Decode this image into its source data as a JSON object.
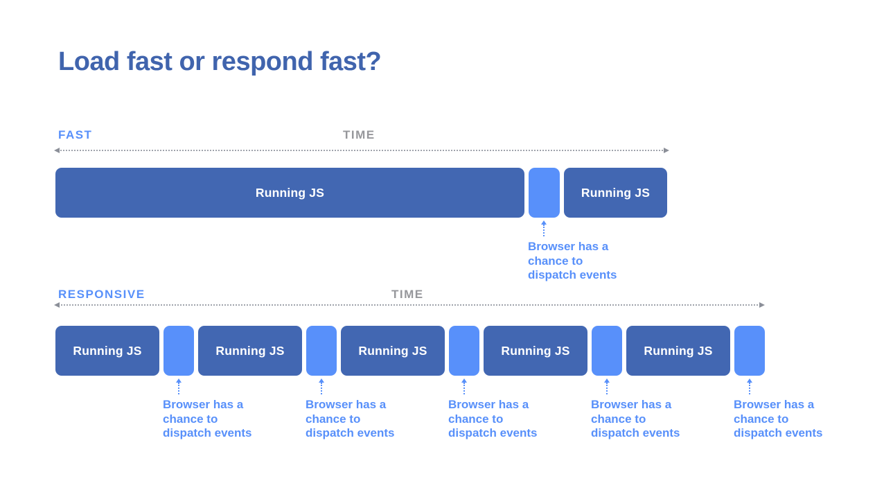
{
  "title": "Load fast or respond fast?",
  "timelines": {
    "fast": {
      "label": "FAST",
      "time_label": "TIME",
      "bar_label": "Running JS",
      "segments": [
        "running-js",
        "browser-gap",
        "running-js"
      ],
      "annotation_count": 1
    },
    "responsive": {
      "label": "RESPONSIVE",
      "time_label": "TIME",
      "bar_label": "Running JS",
      "segments": [
        "running-js",
        "browser-gap",
        "running-js",
        "browser-gap",
        "running-js",
        "browser-gap",
        "running-js",
        "browser-gap",
        "running-js",
        "browser-gap"
      ],
      "annotation_count": 5
    }
  },
  "annotation": {
    "text": "Browser has a chance to dispatch events",
    "lines": [
      "Browser has a",
      "chance to",
      "dispatch events"
    ]
  },
  "colors": {
    "title_blue": "#4064AD",
    "bar_blue": "#4267B2",
    "gap_blue": "#5890FA",
    "label_blue": "#5890FA",
    "annotation_blue": "#5890FA",
    "time_gray": "#96979B",
    "axis_gray": "#9FA3AB",
    "axis_head_gray": "#8B8F98",
    "background": "#FFFFFF"
  }
}
